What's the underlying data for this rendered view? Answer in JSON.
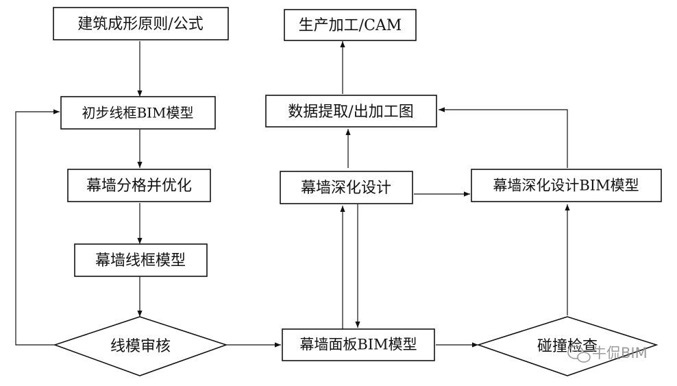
{
  "nodes": {
    "n1": "建筑成形原则/公式",
    "n2": "初步线框BIM模型",
    "n3": "幕墙分格并优化",
    "n4": "幕墙线框模型",
    "n5": "线模审核",
    "n6": "幕墙面板BIM模型",
    "n7": "碰撞检查",
    "n8": "幕墙深化设计",
    "n9": "幕墙深化设计BIM模型",
    "n10": "数据提取/出加工图",
    "n11": "生产加工/CAM"
  },
  "watermark": {
    "text": "牛侃BIM",
    "icon": "wechat-icon"
  }
}
